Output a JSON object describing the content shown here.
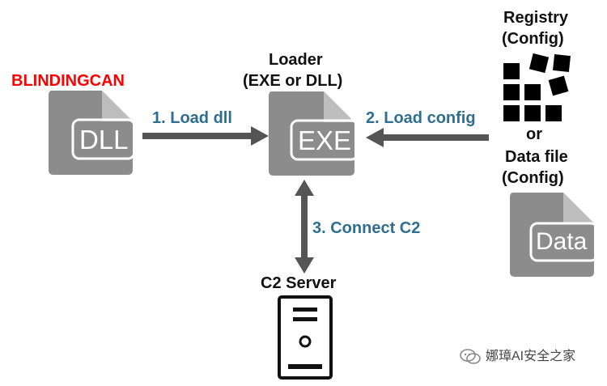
{
  "labels": {
    "blindingcan": "BLINDINGCAN",
    "loader_line1": "Loader",
    "loader_line2": "(EXE or DLL)",
    "registry_line1": "Registry",
    "registry_line2": "(Config)",
    "or": "or",
    "datafile_line1": "Data file",
    "datafile_line2": "(Config)",
    "c2_server": "C2 Server"
  },
  "arrows": {
    "load_dll": "1. Load dll",
    "load_config": "2. Load config",
    "connect_c2": "3. Connect C2"
  },
  "file_icons": {
    "dll": "DLL",
    "exe": "EXE",
    "data": "Data"
  },
  "watermark": {
    "text": "娜璋AI安全之家",
    "icon": "wechat-icon"
  },
  "colors": {
    "accent_red": "#ff0000",
    "arrow_label_blue": "#2e6e8e",
    "icon_gray": "#8c8c8c",
    "arrow_gray": "#555555"
  }
}
